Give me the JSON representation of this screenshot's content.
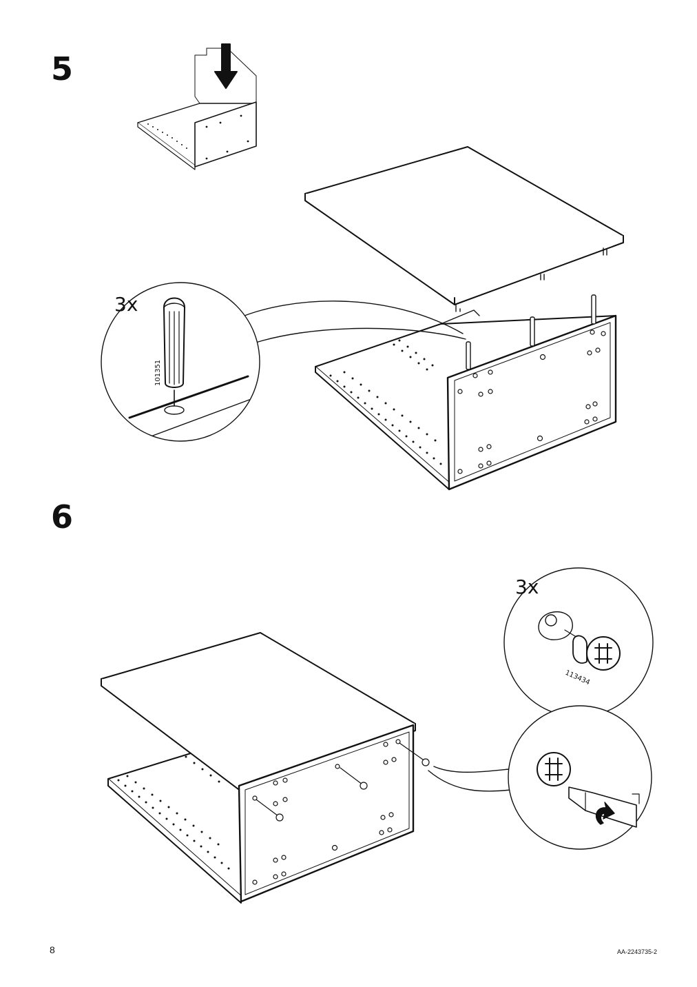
{
  "steps": {
    "step5": {
      "number": "5",
      "quantity": "3x",
      "part_number": "101351"
    },
    "step6": {
      "number": "6",
      "quantity": "3x",
      "part_number": "113434"
    }
  },
  "footer": {
    "page_number": "8",
    "document_code": "AA-2243735-2"
  },
  "icons": [
    "arrow-down-icon",
    "rotate-arrow-icon",
    "dowel-icon",
    "cam-lock-icon",
    "screwdriver-icon"
  ],
  "colors": {
    "ink": "#111111",
    "paper": "#ffffff"
  }
}
